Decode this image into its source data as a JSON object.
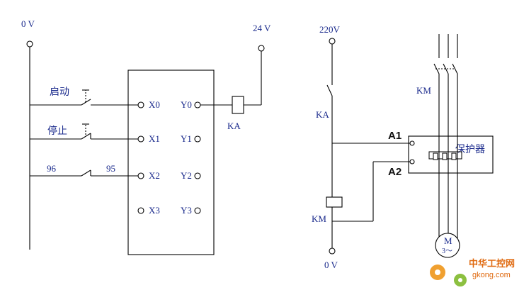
{
  "left_circuit": {
    "supply_left": "0 V",
    "supply_right": "24 V",
    "start_label": "启动",
    "stop_label": "停止",
    "contact_in": "96",
    "contact_out": "95",
    "coil_label": "KA",
    "inputs": [
      "X0",
      "X1",
      "X2",
      "X3"
    ],
    "outputs": [
      "Y0",
      "Y1",
      "Y2",
      "Y3"
    ]
  },
  "right_circuit": {
    "supply_top": "220V",
    "supply_bottom": "0 V",
    "contact_label": "KA",
    "coil_label": "KM",
    "main_contact_label": "KM",
    "terminal_a1": "A1",
    "terminal_a2": "A2",
    "protector_label": "保护器",
    "motor_label": "M",
    "motor_sub": "3～"
  },
  "watermark": {
    "brand": "中华工控网",
    "url": "gkong.com"
  }
}
